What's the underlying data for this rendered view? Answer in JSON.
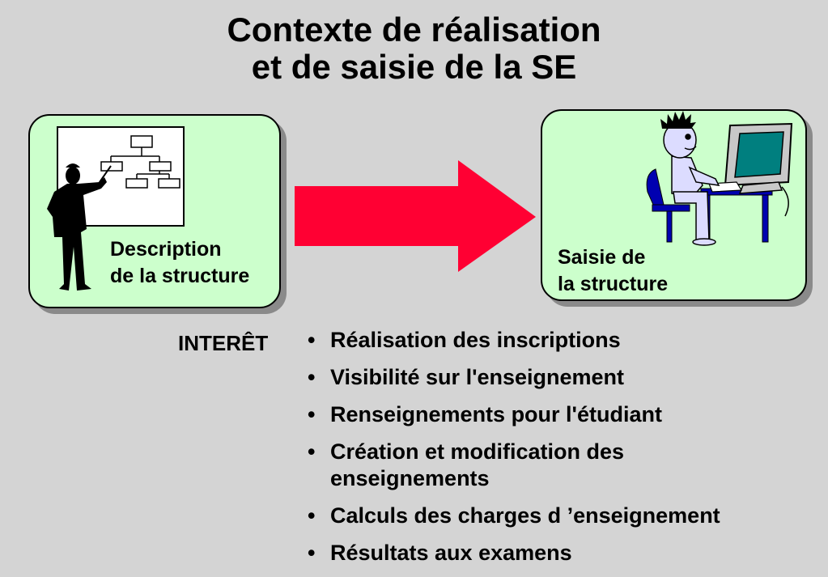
{
  "title": {
    "line1": "Contexte de réalisation",
    "line2": "et de saisie de la SE"
  },
  "left_box": {
    "label_line1": "Description",
    "label_line2": "de la structure"
  },
  "right_box": {
    "label_line1": "Saisie de",
    "label_line2": "la structure"
  },
  "interet_label": "INTERÊT",
  "bullets": [
    {
      "line1": "Réalisation des inscriptions"
    },
    {
      "line1": "Visibilité sur l'enseignement"
    },
    {
      "line1": "Renseignements pour l'étudiant"
    },
    {
      "line1": "Création et modification des",
      "line2": "enseignements"
    },
    {
      "line1": "Calculs des charges d ’enseignement"
    },
    {
      "line1": "Résultats aux examens"
    }
  ],
  "colors": {
    "background": "#d4d4d4",
    "box_fill": "#ccffcc",
    "arrow": "#ff0033",
    "monitor_screen": "#007f7f",
    "furniture": "#0000b0"
  },
  "icons": {
    "left": "presenter-at-whiteboard-icon",
    "center": "right-arrow-icon",
    "right": "person-at-computer-icon"
  }
}
